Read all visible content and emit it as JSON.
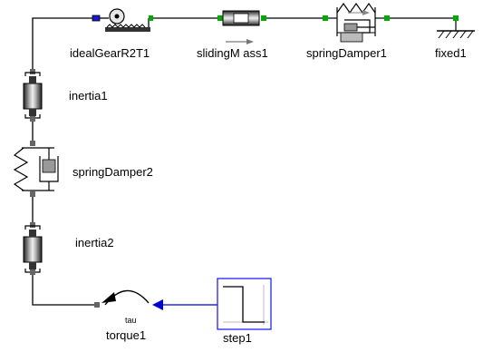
{
  "diagram": {
    "components": {
      "ideal_gear": {
        "label": "idealGearR2T1"
      },
      "sliding_mass": {
        "label": "slidingM ass1"
      },
      "spring_damper_1": {
        "label": "springDamper1"
      },
      "fixed": {
        "label": "fixed1"
      },
      "inertia_1": {
        "label": "inertia1"
      },
      "spring_damper_2": {
        "label": "springDamper2"
      },
      "inertia_2": {
        "label": "inertia2"
      },
      "torque": {
        "label": "torque1",
        "input_label": "tau"
      },
      "step": {
        "label": "step1"
      }
    },
    "colors": {
      "line": "#000000",
      "mechanical_connector": "#00aa00",
      "signal_line": "#0000cc",
      "block_border": "#2222ff"
    }
  }
}
